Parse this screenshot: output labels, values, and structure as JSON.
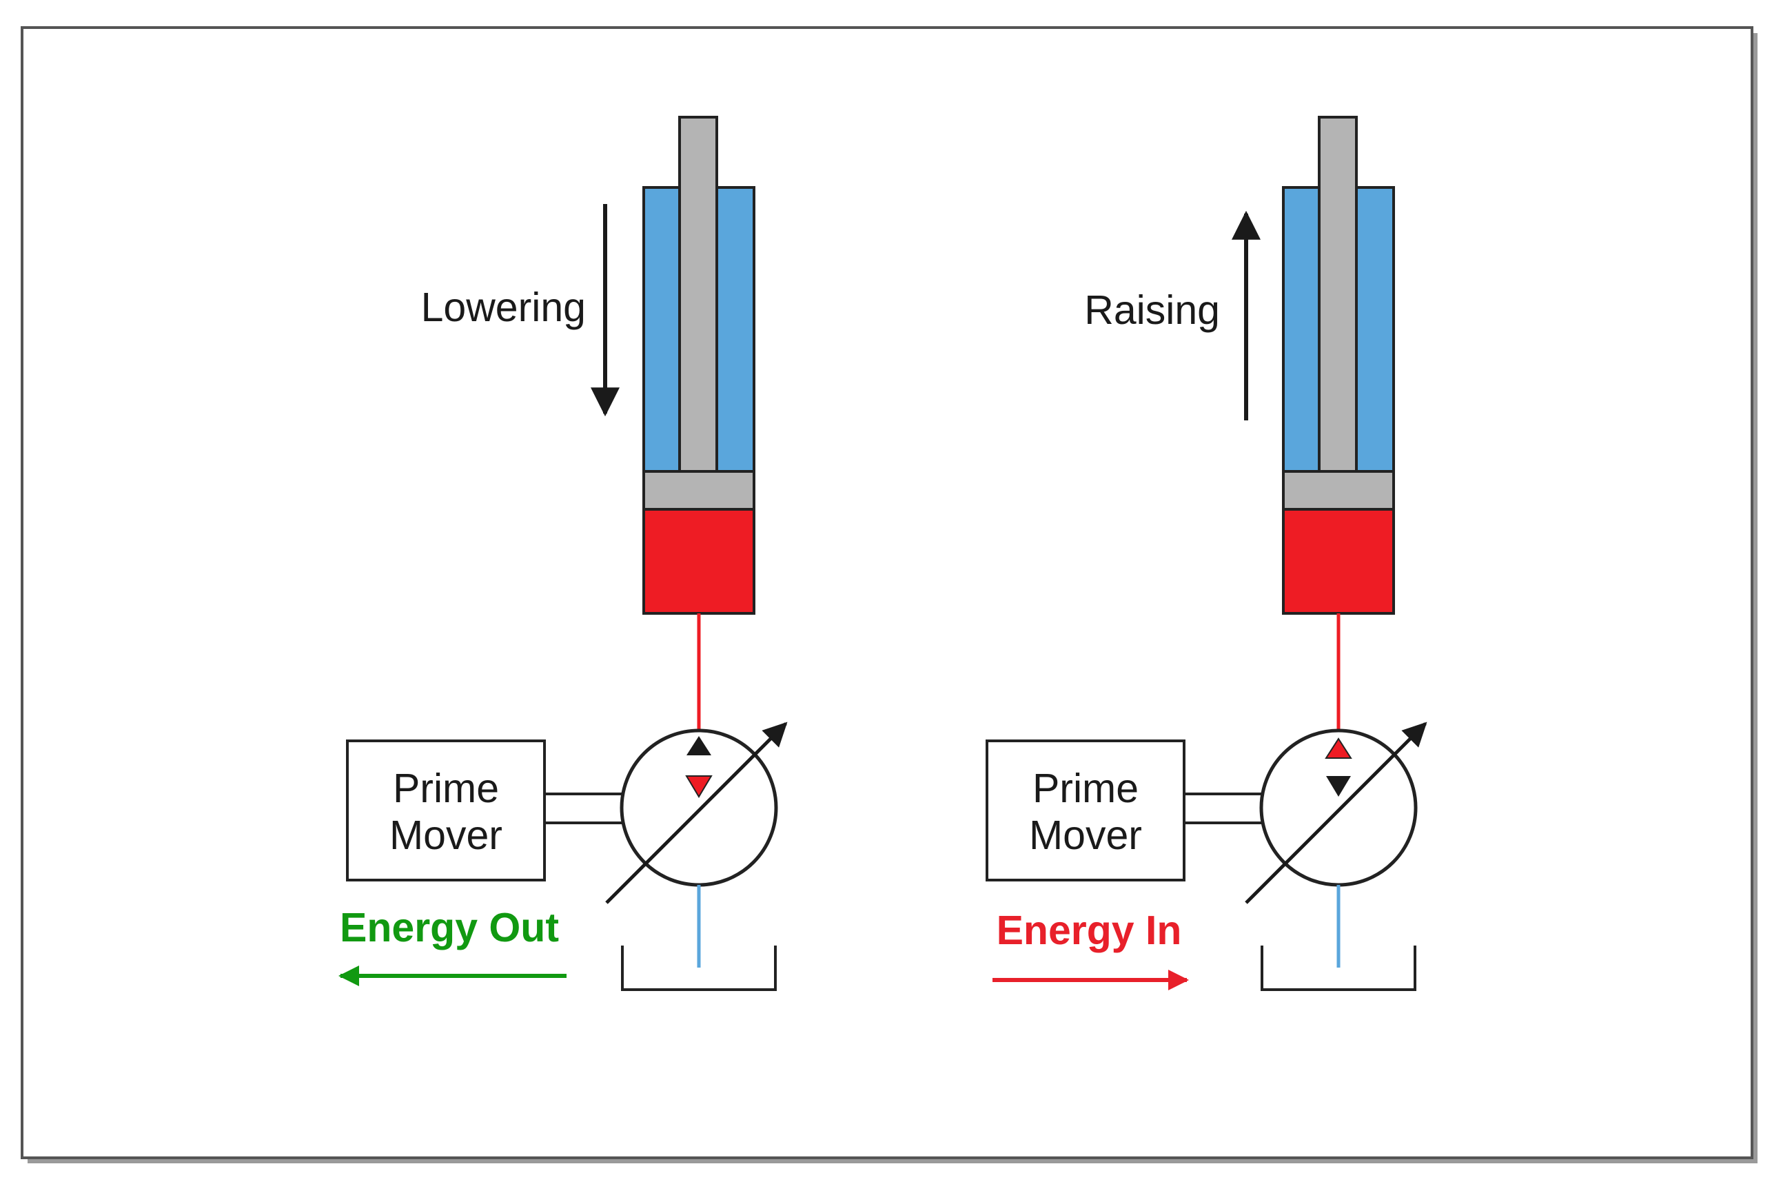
{
  "left_panel": {
    "motion_label": "Lowering",
    "prime_mover_line1": "Prime",
    "prime_mover_line2": "Mover",
    "energy_label": "Energy Out",
    "energy_color": "#119911"
  },
  "right_panel": {
    "motion_label": "Raising",
    "prime_mover_line1": "Prime",
    "prime_mover_line2": "Mover",
    "energy_label": "Energy In",
    "energy_color": "#e8202a"
  },
  "colors": {
    "cylinder_fluid_low": "#5aa6dc",
    "cylinder_fluid_high": "#ee1c24",
    "piston": "#b4b4b4",
    "pressure_line": "#ee1c24",
    "tank_line": "#5aa6dc"
  }
}
